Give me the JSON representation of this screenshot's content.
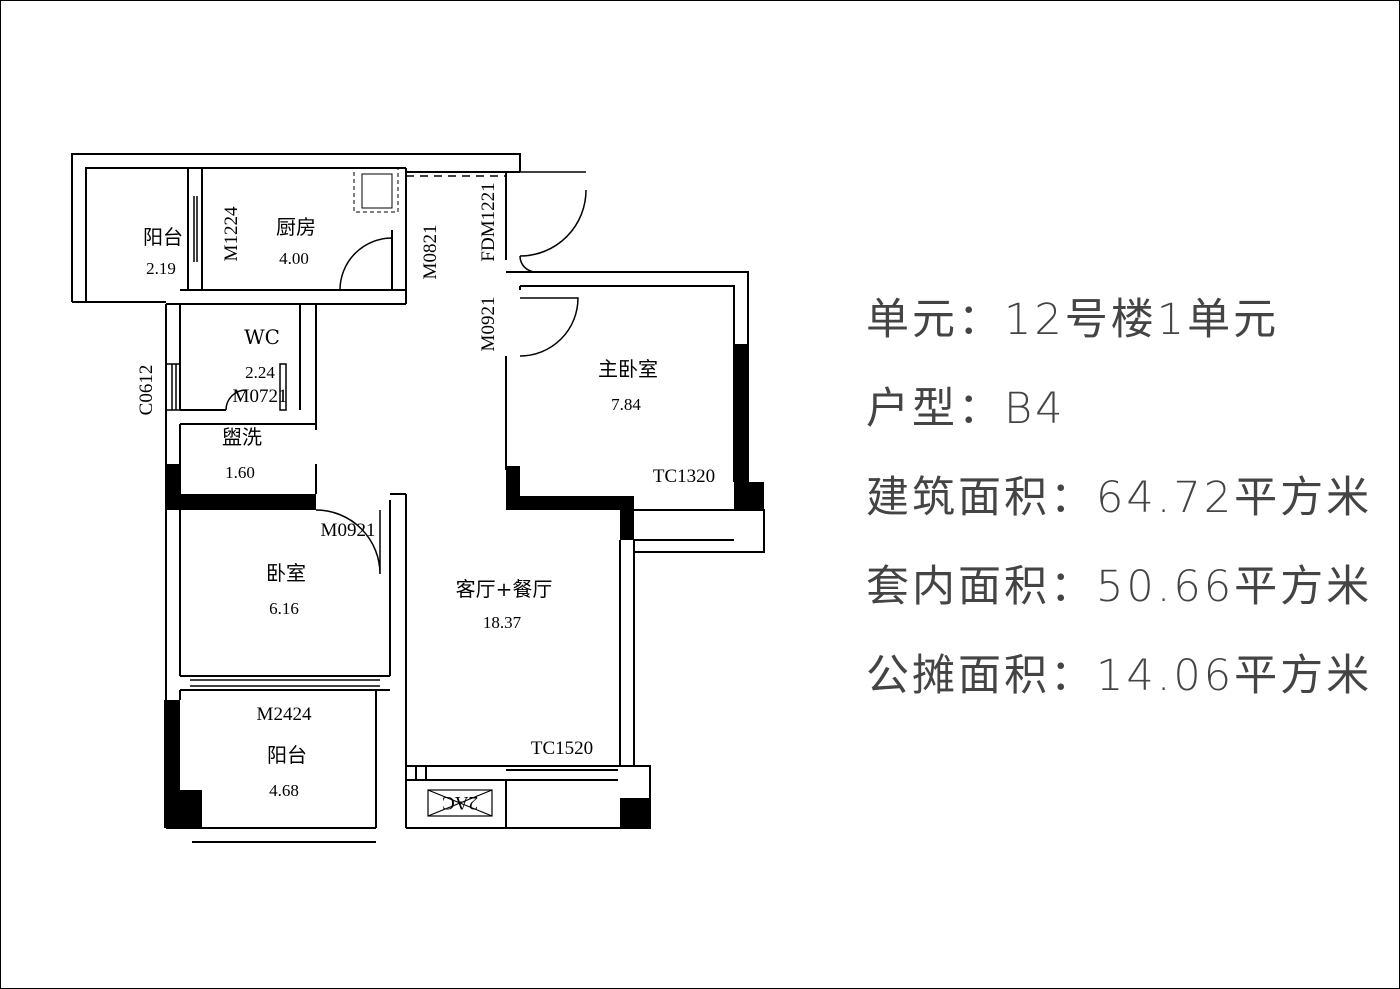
{
  "rooms": {
    "balcony_north": {
      "name": "阳台",
      "area": "2.19"
    },
    "kitchen": {
      "name": "厨房",
      "area": "4.00"
    },
    "wc": {
      "name": "WC",
      "area": "2.24"
    },
    "washroom": {
      "name": "盥洗",
      "area": "1.60"
    },
    "master_bedroom": {
      "name": "主卧室",
      "area": "7.84"
    },
    "bedroom": {
      "name": "卧室",
      "area": "6.16"
    },
    "living_dining": {
      "name": "客厅+餐厅",
      "area": "18.37"
    },
    "balcony_south": {
      "name": "阳台",
      "area": "4.68"
    }
  },
  "codes": {
    "m1224": "M1224",
    "m0821": "M0821",
    "fdm1221": "FDM1221",
    "m0921_master": "M0921",
    "c0612": "C0612",
    "m0721": "M0721",
    "tc1320": "TC1320",
    "m0921_bedroom": "M0921",
    "m2424": "M2424",
    "tc1520": "TC1520",
    "ac": "2AC"
  },
  "info": {
    "unit": "单元：12号楼1单元",
    "type": "户型：B4",
    "building_area": "建筑面积：64.72平方米",
    "inner_area": "套内面积：50.66平方米",
    "shared_area": "公摊面积：14.06平方米"
  }
}
